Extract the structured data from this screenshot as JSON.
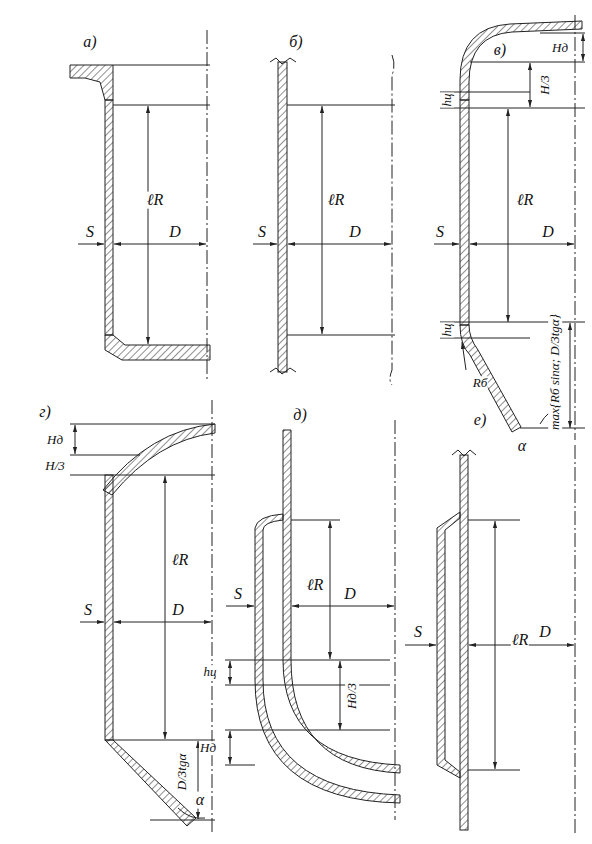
{
  "diagram": {
    "labels": [
      "а)",
      "ℓR",
      "S",
      "D",
      "б)",
      "ℓR",
      "S",
      "D",
      "в)",
      "Hд",
      "hц",
      "H/3",
      "ℓR",
      "S",
      "D",
      "hц",
      "max{Rб sinα; D/3tgα}",
      "Rб",
      "α",
      "г)",
      "Hд",
      "H/3",
      "ℓR",
      "S",
      "D",
      "D/3tgα",
      "α",
      "д)",
      "ℓR",
      "S",
      "D",
      "Hд/3",
      "hц",
      "Hд",
      "е)",
      "ℓR",
      "S",
      "D"
    ]
  }
}
